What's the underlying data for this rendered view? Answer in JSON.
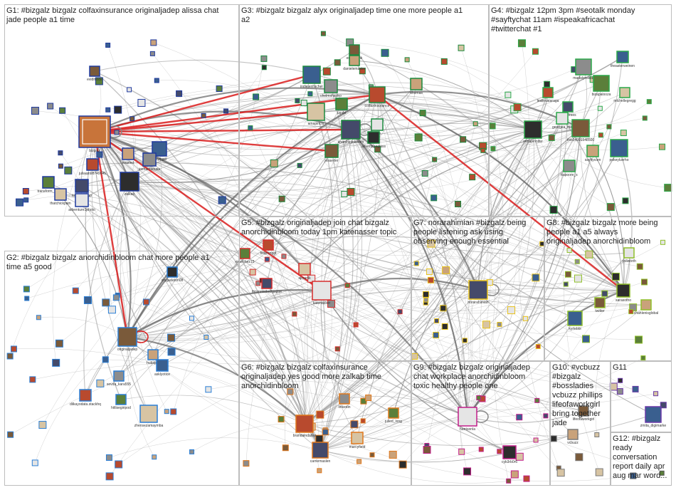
{
  "groups": [
    {
      "id": "G1",
      "title": "G1: #bizgalz bizgalz colfaxinsurance originaljadep alissa chat\njade people a1 time",
      "color": "#1f3a9e"
    },
    {
      "id": "G2",
      "title": "G2: #bizgalz bizgalz anorchidinbloom chat more people a1\ntime a5 good",
      "color": "#2b7fd6"
    },
    {
      "id": "G3",
      "title": "G3: #bizgalz bizgalz alyx originaljadep time one more people a1\na2",
      "color": "#1b8a3e"
    },
    {
      "id": "G4",
      "title": "G4: #bizgalz 12pm 3pm #seotalk monday\n#sayftychat 11am #ispeakafricachat\n#twitterchat #1",
      "color": "#2ba84a"
    },
    {
      "id": "G5",
      "title": "G5: #bizgalz originaljadep join chat bizgalz\nanorchidinbloom today 1pm katenasser topic",
      "color": "#d62d2d"
    },
    {
      "id": "G6",
      "title": "G6: #bizgalz bizgalz colfaxinsurance\noriginaljadep yes good more zalkab time\nanorchidinbloom",
      "color": "#e0781c"
    },
    {
      "id": "G7",
      "title": "G7: norarahimian #bizgalz being\npeople listening ask using\nobserving enough essential",
      "color": "#e8c21b"
    },
    {
      "id": "G8",
      "title": "G8: #bizgalz bizgalz more being\npeople a1 a5 always\noriginaljadep anorchidinbloom",
      "color": "#8fbf2a"
    },
    {
      "id": "G9",
      "title": "G9: #bizgalz bizgalz originaljadep\nchat workplace anorchidinbloom\ntoxic healthy people one",
      "color": "#c21e8a"
    },
    {
      "id": "G10",
      "title": "G10: #vcbuzz\n#bizgalz\n#bossladies\nvcbuzz phillips\nlifeofaworkgirl\nbring together\njade",
      "color": "#7a7a7a"
    },
    {
      "id": "G11",
      "title": "G11",
      "color": "#6a3aa8"
    },
    {
      "id": "G12",
      "title": "G12: #bizgalz\nready\nconversation\nreport daily apr\naug mar word...",
      "color": "#555555"
    }
  ],
  "nodes": [
    {
      "label": "bizgalz",
      "group": "G1"
    },
    {
      "label": "evidmode",
      "group": "G1"
    },
    {
      "label": "nvarlnd",
      "group": "G1"
    },
    {
      "label": "zanyinger",
      "group": "G1"
    },
    {
      "label": "joenarzaousa",
      "group": "G1"
    },
    {
      "label": "juliaam98749045",
      "group": "G1"
    },
    {
      "label": "transform_gra",
      "group": "G1"
    },
    {
      "label": "thatchickpam",
      "group": "G1"
    },
    {
      "label": "tosseyookup",
      "group": "G1"
    },
    {
      "label": "adventure1photo",
      "group": "G1"
    },
    {
      "label": "zalkab",
      "group": "G1"
    },
    {
      "label": "emile_fink",
      "group": "G3"
    },
    {
      "label": "danielemaster",
      "group": "G3"
    },
    {
      "label": "indiejenfischer",
      "group": "G3"
    },
    {
      "label": "chelmshapiro",
      "group": "G3"
    },
    {
      "label": "colfaxinsurance",
      "group": "G3"
    },
    {
      "label": "ugabi",
      "group": "G3"
    },
    {
      "label": "amapiriclu",
      "group": "G3"
    },
    {
      "label": "anorchidinbloom",
      "group": "G3"
    },
    {
      "label": "flake",
      "group": "G3"
    },
    {
      "label": "adventureglass",
      "group": "G3"
    },
    {
      "label": "jesserter",
      "group": "G3"
    },
    {
      "label": "tthomas",
      "group": "G3"
    },
    {
      "label": "theasterweinen",
      "group": "G4"
    },
    {
      "label": "madalynsklar",
      "group": "G4"
    },
    {
      "label": "leslievataraga",
      "group": "G4"
    },
    {
      "label": "bizapalooza",
      "group": "G4"
    },
    {
      "label": "michellegregg",
      "group": "G4"
    },
    {
      "label": "lucialllrees",
      "group": "G4"
    },
    {
      "label": "georgea_ma",
      "group": "G4"
    },
    {
      "label": "mmajennifer",
      "group": "G4"
    },
    {
      "label": "this04991548500",
      "group": "G4"
    },
    {
      "label": "sayftycom",
      "group": "G4"
    },
    {
      "label": "pokeyluvrho",
      "group": "G4"
    },
    {
      "label": "kapoore_s",
      "group": "G4"
    },
    {
      "label": "billyrongot",
      "group": "G5"
    },
    {
      "label": "esanchez15",
      "group": "G5"
    },
    {
      "label": "ajmanlk",
      "group": "G5"
    },
    {
      "label": "thismmeike2gogue",
      "group": "G5"
    },
    {
      "label": "katenasser",
      "group": "G5"
    },
    {
      "label": "drwjackson08",
      "group": "G2"
    },
    {
      "label": "originaljadep",
      "group": "G2"
    },
    {
      "label": "hubspot",
      "group": "G2"
    },
    {
      "label": "asklyotice",
      "group": "G2"
    },
    {
      "label": "sevda_kara555",
      "group": "G2"
    },
    {
      "label": "dilkayodata.stackhq",
      "group": "G2"
    },
    {
      "label": "hitlisegiripod",
      "group": "G2"
    },
    {
      "label": "zhensezamaymba",
      "group": "G2"
    },
    {
      "label": "norarahimian",
      "group": "G7"
    },
    {
      "label": "yollworth",
      "group": "G8"
    },
    {
      "label": "sarasotho",
      "group": "G8"
    },
    {
      "label": "twitter",
      "group": "G8"
    },
    {
      "label": "chahlenisglobal",
      "group": "G8"
    },
    {
      "label": "kyrlebbi",
      "group": "G8"
    },
    {
      "label": "linkedin",
      "group": "G6"
    },
    {
      "label": "brandalndallas",
      "group": "G6"
    },
    {
      "label": "julled_long",
      "group": "G6"
    },
    {
      "label": "marcyfield",
      "group": "G6"
    },
    {
      "label": "carriemaslen",
      "group": "G6"
    },
    {
      "label": "harrisonla",
      "group": "G9"
    },
    {
      "label": "cyb3rb0r6",
      "group": "G9"
    },
    {
      "label": "lifeofaworkgirl",
      "group": "G10"
    },
    {
      "label": "vcbuzz",
      "group": "G10"
    },
    {
      "label": "zmita_digimarke",
      "group": "G11"
    }
  ]
}
